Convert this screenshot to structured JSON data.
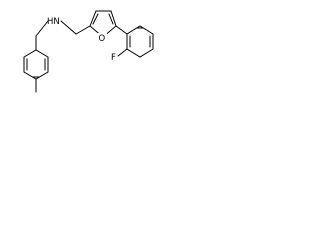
{
  "diagram": {
    "type": "chemical-structure",
    "atoms": {
      "nh": "HN",
      "o": "O",
      "f": "F"
    },
    "colors": {
      "line": "#000000",
      "background": "#ffffff"
    }
  }
}
